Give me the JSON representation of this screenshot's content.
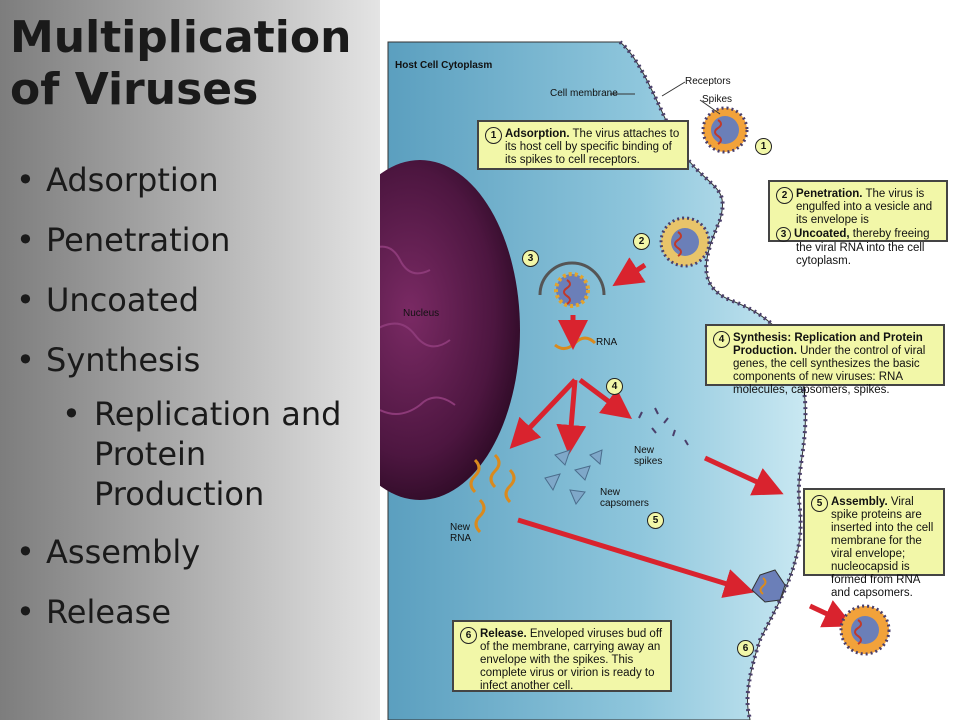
{
  "slide": {
    "title_line1": "Multiplication",
    "title_line2": "of Viruses",
    "bullets": [
      "Adsorption",
      "Penetration",
      "Uncoated",
      "Synthesis"
    ],
    "sub_bullet": [
      "Replication and",
      "Protein",
      "Production"
    ],
    "bullets_after": [
      "Assembly",
      "Release"
    ]
  },
  "diagram": {
    "region_label": "Host Cell Cytoplasm",
    "cell_membrane_label": "Cell membrane",
    "receptors_label": "Receptors",
    "spikes_label": "Spikes",
    "nucleus_label": "Nucleus",
    "rna_label": "RNA",
    "new_spikes_label": "New spikes",
    "new_capsomers_label": "New capsomers",
    "new_rna_label": "New RNA",
    "step_numbers": [
      "1",
      "2",
      "3",
      "4",
      "5",
      "6"
    ],
    "callouts": {
      "c1": {
        "num": "1",
        "bold": "Adsorption.",
        "text": " The virus attaches to its host cell by specific binding of its spikes to cell receptors."
      },
      "c2": {
        "num": "2",
        "bold1": "Penetration.",
        "text1": " The virus is engulfed into a vesicle and its envelope is",
        "num3": "3",
        "bold2": "Uncoated,",
        "text2": " thereby freeing the viral RNA into the cell cytoplasm."
      },
      "c4": {
        "num": "4",
        "bold": "Synthesis: Replication and Protein Production.",
        "text": " Under the control of viral genes, the cell synthesizes the basic components of new viruses: RNA molecules, capsomers, spikes."
      },
      "c5": {
        "num": "5",
        "bold": "Assembly.",
        "text": " Viral spike proteins are inserted into the cell membrane for the viral envelope; nucleocapsid is formed from RNA and capsomers."
      },
      "c6": {
        "num": "6",
        "bold": "Release.",
        "text": " Enveloped viruses bud off of the membrane, carrying away an envelope with the spikes. This complete virus or virion is ready to infect another cell."
      }
    }
  }
}
